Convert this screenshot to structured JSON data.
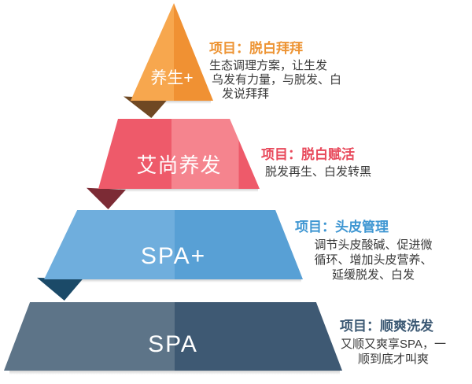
{
  "canvas": {
    "background": "#FFFFFF",
    "body_text_color": "#3A3A3A"
  },
  "pyramid": {
    "levels": [
      {
        "label": "养生+",
        "annotation_title": "项目：脱白拜拜",
        "annotation_lines": [
          "生态调理方案，让生发",
          "乌发有力量，与脱发、白",
          "发说拜拜"
        ],
        "colors": {
          "light": "#F7A74E",
          "dark": "#F09133",
          "shadow": "#6F4823",
          "title": "#ED9434"
        }
      },
      {
        "label": "艾尚养发",
        "annotation_title": "项目：脱白赋活",
        "annotation_lines": [
          "脱发再生、白发转黑"
        ],
        "colors": {
          "light": "#F5848E",
          "dark": "#EE5A6A",
          "shadow": "#7C2B35",
          "title": "#E8495B"
        }
      },
      {
        "label": "SPA+",
        "annotation_title": "项目：头皮管理",
        "annotation_lines": [
          "调节头皮酸碱、促进微",
          "循环、增加头皮营养、",
          "延缓脱发、白发"
        ],
        "colors": {
          "light": "#6FAEDD",
          "dark": "#58A0D5",
          "shadow": "#1B4A68",
          "title": "#3E96D2"
        }
      },
      {
        "label": "SPA",
        "annotation_title": "项目：顺爽洗发",
        "annotation_lines": [
          "又顺又爽享SPA，一",
          "顺到底才叫爽"
        ],
        "colors": {
          "light": "#5D7488",
          "dark": "#3E5973",
          "shadow": "#2A4258",
          "title": "#3B5873"
        }
      }
    ]
  }
}
